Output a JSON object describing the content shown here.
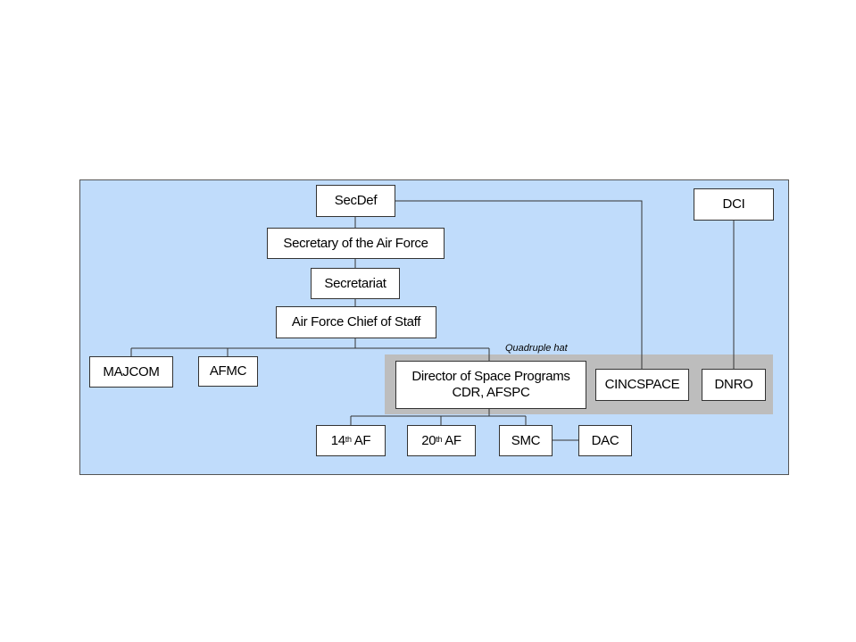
{
  "boxes": {
    "secdef": "SecDef",
    "secaf": "Secretary of the Air Force",
    "secretariat": "Secretariat",
    "csaf": "Air Force Chief of Staff",
    "majcom": "MAJCOM",
    "afmc": "AFMC",
    "dsp_line1": "Director of Space Programs",
    "dsp_line2": "CDR, AFSPC",
    "cincspace": "CINCSPACE",
    "dnro": "DNRO",
    "dci": "DCI",
    "af14_num": "14",
    "af14_sup": "th",
    "af14_rest": " AF",
    "af20_num": "20",
    "af20_sup": "th",
    "af20_rest": " AF",
    "smc": "SMC",
    "dac": "DAC"
  },
  "annotation": {
    "quadruple_hat": "Quadruple hat"
  },
  "colors": {
    "panel": "#c0dcfb",
    "hat_band": "#bdbdbd",
    "box": "#ffffff",
    "line": "#333333"
  }
}
